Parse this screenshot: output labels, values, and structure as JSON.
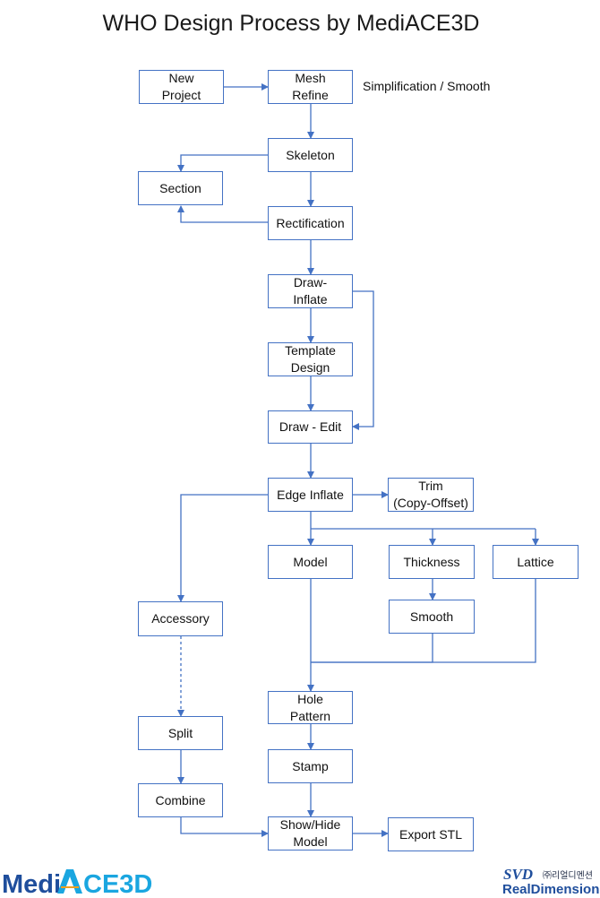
{
  "title": "WHO Design Process by MediACE3D",
  "note": "Simplification / Smooth",
  "nodes": {
    "new_project": "New\nProject",
    "mesh_refine": "Mesh\nRefine",
    "skeleton": "Skeleton",
    "section": "Section",
    "rectification": "Rectification",
    "draw_inflate": "Draw-\nInflate",
    "template_design": "Template\nDesign",
    "draw_edit": "Draw - Edit",
    "edge_inflate": "Edge Inflate",
    "trim": "Trim\n(Copy-Offset)",
    "model": "Model",
    "thickness": "Thickness",
    "lattice": "Lattice",
    "smooth": "Smooth",
    "accessory": "Accessory",
    "hole_pattern": "Hole\nPattern",
    "split": "Split",
    "stamp": "Stamp",
    "combine": "Combine",
    "show_hide_model": "Show/Hide\nModel",
    "export_stl": "Export STL"
  },
  "logos": {
    "left": "MediACE3D",
    "right_korean": "㈜리얼디멘션",
    "right": "RealDimension"
  },
  "colors": {
    "line": "#4472c4",
    "box_border": "#4472c4",
    "logo_blue": "#1f4e9c",
    "logo_cyan": "#1aa6e0"
  }
}
